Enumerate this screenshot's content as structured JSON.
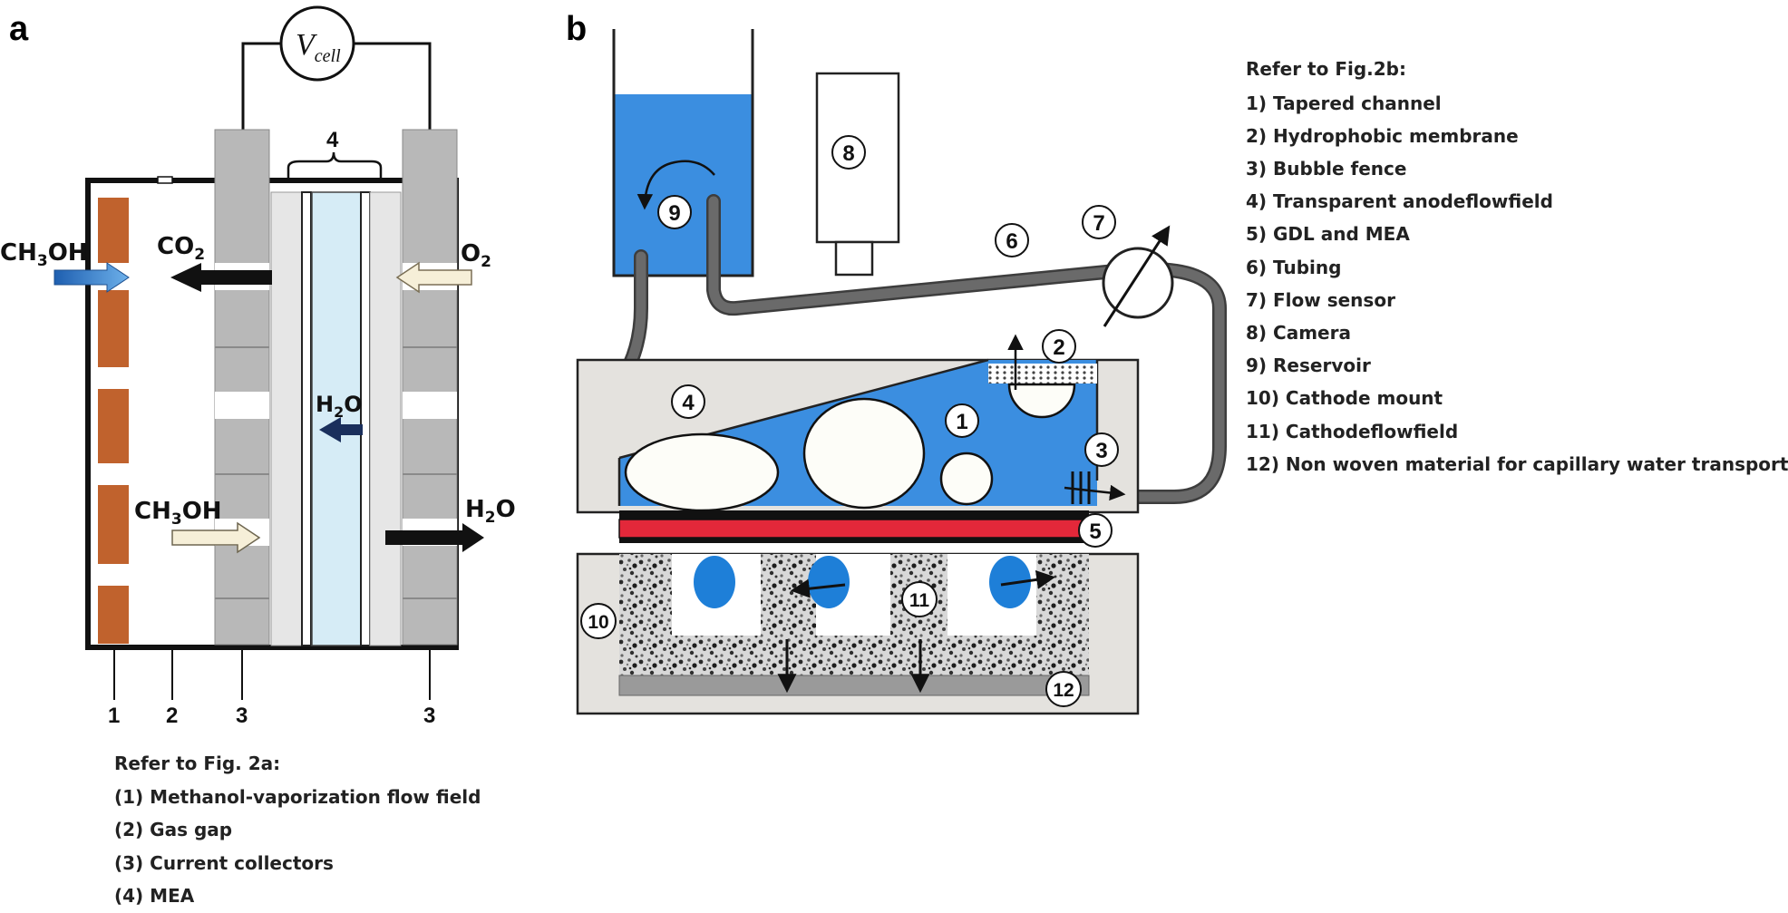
{
  "panels": {
    "a": {
      "letter": "a",
      "voltmeter": {
        "main": "V",
        "sub": "cell"
      },
      "mea_label": "4",
      "flows": {
        "ch3oh_in": {
          "main": "CH",
          "sub": "3",
          "tail": "OH"
        },
        "co2": {
          "main": "CO",
          "sub": "2"
        },
        "o2": {
          "main": "O",
          "sub": "2"
        },
        "h2o_mid": {
          "main": "H",
          "sub": "2",
          "tail": "O"
        },
        "ch3oh_gap": {
          "main": "CH",
          "sub": "3",
          "tail": "OH"
        },
        "h2o_out": {
          "main": "H",
          "sub": "2",
          "tail": "O"
        }
      },
      "bottom_labels": [
        "1",
        "2",
        "3",
        "3"
      ],
      "legend_title": "Refer to Fig. 2a:",
      "legend_items": [
        "(1) Methanol-vaporization flow field",
        "(2) Gas gap",
        "(3) Current collectors",
        "(4) MEA"
      ],
      "colors": {
        "flow_field": "#c0622d",
        "collector": "#b8b8b8",
        "membrane": "#d6ecf6",
        "arrow_blue": "#2f7fc6",
        "arrow_cream": "#f6efd8"
      }
    },
    "b": {
      "letter": "b",
      "callouts": [
        "9",
        "8",
        "6",
        "7",
        "2",
        "4",
        "1",
        "3",
        "5",
        "11",
        "10",
        "12"
      ],
      "legend_title": "Refer to Fig.2b:",
      "legend_items": [
        "1) Tapered channel",
        "2) Hydrophobic membrane",
        "3) Bubble fence",
        "4) Transparent anodeflowfield",
        "5) GDL and MEA",
        "6) Tubing",
        "7) Flow sensor",
        "8) Camera",
        "9) Reservoir",
        "10) Cathode mount",
        "11) Cathodeflowfield",
        "12) Non woven material for capillary water transport"
      ],
      "colors": {
        "water": "#3b8ee0",
        "tubing": "#5a5a5a",
        "mount": "#e4e2de",
        "mea": "#e3283a",
        "gdl": "#111111"
      }
    }
  }
}
